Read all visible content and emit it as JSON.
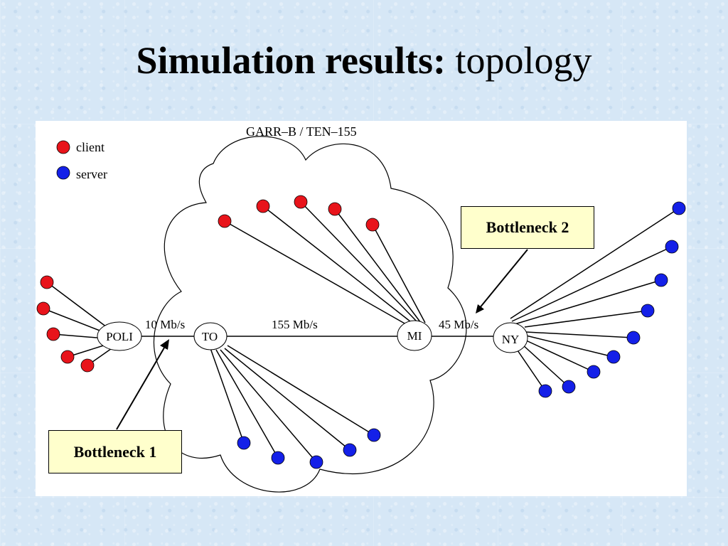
{
  "title": {
    "bold": "Simulation results:",
    "normal": "topology"
  },
  "diagram": {
    "network_label": "GARR–B / TEN–155",
    "legend": {
      "client_label": "client",
      "server_label": "server",
      "client_color": "#e8141b",
      "server_color": "#1420e8"
    },
    "nodes": {
      "poli": "POLI",
      "to": "TO",
      "mi": "MI",
      "ny": "NY"
    },
    "links": {
      "poli_to": "10 Mb/s",
      "to_mi": "155 Mb/s",
      "mi_ny": "45 Mb/s"
    },
    "callouts": {
      "bottleneck_1": "Bottleneck 1",
      "bottleneck_2": "Bottleneck 2"
    }
  }
}
